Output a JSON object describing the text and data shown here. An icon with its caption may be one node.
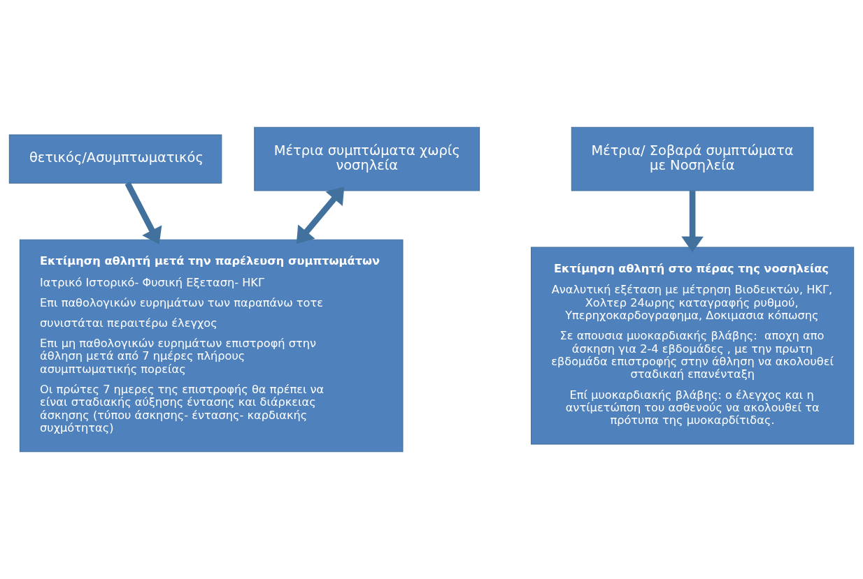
{
  "diagram": {
    "nodes": [
      {
        "text": [
          "θετικός/Ασυμπτωματικός"
        ]
      },
      {
        "text": [
          "Μέτρια συμπτώματα χωρίς νοσηλεία"
        ]
      },
      {
        "text": [
          "Μέτρια/ Σοβαρά συμπτώματα με Νοσηλεία"
        ]
      },
      {
        "text": [
          "Εκτίμηση αθλητή μετά την παρέλευση συμπτωμάτων",
          "Ιατρικό Ιστορικό- Φυσική Εξεταση- ΗΚΓ",
          "Επι παθολογικών ευρημάτων των παραπάνω τοτε",
          "συνιστάται περαιτέρω έλεγχος",
          "Επι μη παθολογικών ευρημάτων επιστροφή στην άθληση μετά από 7 ημέρες πλήρους ασυμπτωματικής πορείας",
          "Οι πρώτες 7 ημερες της επιστροφής θα πρέπει να είναι σταδιακής αύξησης έντασης και διάρκειας άσκησης (τύπου άσκησης- έντασης- καρδιακής συχμότητας)"
        ]
      },
      {
        "text": [
          "Εκτίμηση αθλητή στο πέρας της νοσηλείας",
          "Αναλυτική εξέταση με μέτρηση Βιοδεικτών, ΗΚΓ, Χολτερ 24ωρης καταγραφής ρυθμού, Υπερηχοκαρδογραφημα, Δοκιμασια κόπωσης",
          "Σε απουσια μυοκαρδιακής βλάβης:  αποχη απο άσκηση για 2-4 εβδομάδες , με την πρωτη εβδομάδα επιστροφής στην άθληση να ακολουθεί σταδικαή επανένταξη",
          "Επί μυοκαρδιακής βλάβης: ο έλεγχος και η αντίμετώπση του ασθενούς να ακολουθεί τα πρότυπα της μυοκαρδίτιδας."
        ]
      }
    ],
    "edges": [
      {
        "from": 0,
        "to": 3,
        "arrow": "to"
      },
      {
        "from": 1,
        "to": 3,
        "arrow": "both"
      },
      {
        "from": 2,
        "to": 4,
        "arrow": "to"
      }
    ]
  }
}
